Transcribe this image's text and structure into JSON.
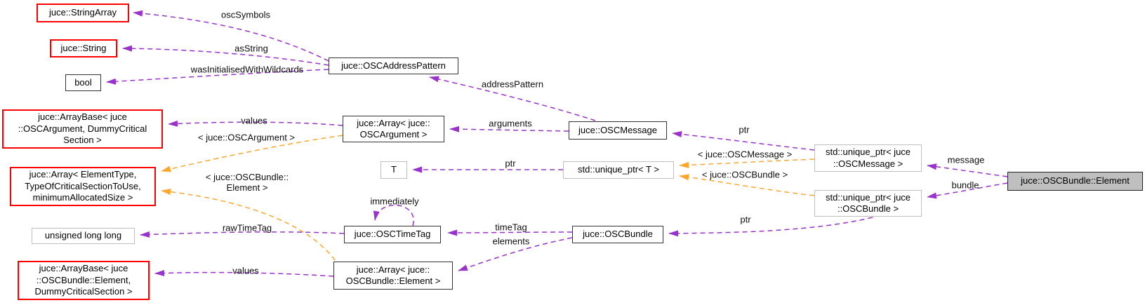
{
  "colors": {
    "usage_edge_purple": "#9a32cd",
    "template_edge_orange": "#ffa62b",
    "truncated_border_red": "#ff0000",
    "class_border_black": "#333333",
    "external_border_gray": "#bfbfbf",
    "highlight_fill_gray": "#bfbfbf",
    "background": "#ffffff"
  },
  "nodes": {
    "stringarray": {
      "label": "juce::StringArray"
    },
    "string": {
      "label": "juce::String"
    },
    "bool": {
      "label": "bool"
    },
    "oscaddresspattern": {
      "label": "juce::OSCAddressPattern"
    },
    "arraybase_oscargument": {
      "label": "juce::ArrayBase< juce\n::OSCArgument, DummyCritical\nSection >"
    },
    "array_oscargument": {
      "label": "juce::Array< juce::\nOSCArgument >"
    },
    "oscmessage": {
      "label": "juce::OSCMessage"
    },
    "array_template": {
      "label": "juce::Array< ElementType,\nTypeOfCriticalSectionToUse,\nminimumAllocatedSize >"
    },
    "t": {
      "label": "T"
    },
    "unique_ptr_t": {
      "label": "std::unique_ptr< T >"
    },
    "unique_ptr_oscmessage": {
      "label": "std::unique_ptr< juce\n::OSCMessage >"
    },
    "unique_ptr_oscbundle": {
      "label": "std::unique_ptr< juce\n::OSCBundle >"
    },
    "element": {
      "label": "juce::OSCBundle::Element"
    },
    "unsigned_long_long": {
      "label": "unsigned long long"
    },
    "osctimetag": {
      "label": "juce::OSCTimeTag"
    },
    "oscbundle": {
      "label": "juce::OSCBundle"
    },
    "array_oscbundle_element": {
      "label": "juce::Array< juce::\nOSCBundle::Element >"
    },
    "arraybase_oscbundle_element": {
      "label": "juce::ArrayBase< juce\n::OSCBundle::Element,\nDummyCriticalSection >"
    }
  },
  "edge_labels": {
    "osc_symbols": {
      "label": "oscSymbols"
    },
    "as_string": {
      "label": "asString"
    },
    "was_initialised_with_wildcards": {
      "label": "wasInitialisedWithWildcards"
    },
    "address_pattern": {
      "label": "addressPattern"
    },
    "arguments": {
      "label": "arguments"
    },
    "values_arguments": {
      "label": "values"
    },
    "tmpl_oscargument": {
      "label": "< juce::OSCArgument >"
    },
    "tmpl_oscbundle_element": {
      "label": "< juce::OSCBundle::\nElement >"
    },
    "immediately": {
      "label": "immediately"
    },
    "raw_time_tag": {
      "label": "rawTimeTag"
    },
    "values_elements": {
      "label": "values"
    },
    "time_tag": {
      "label": "timeTag"
    },
    "elements": {
      "label": "elements"
    },
    "ptr_t": {
      "label": "ptr"
    },
    "ptr_message": {
      "label": "ptr"
    },
    "ptr_bundle": {
      "label": "ptr"
    },
    "tmpl_unique_ptr_oscmessage": {
      "label": "< juce::OSCMessage >"
    },
    "tmpl_unique_ptr_oscbundle": {
      "label": "< juce::OSCBundle >"
    },
    "message": {
      "label": "message"
    },
    "bundle": {
      "label": "bundle"
    }
  }
}
